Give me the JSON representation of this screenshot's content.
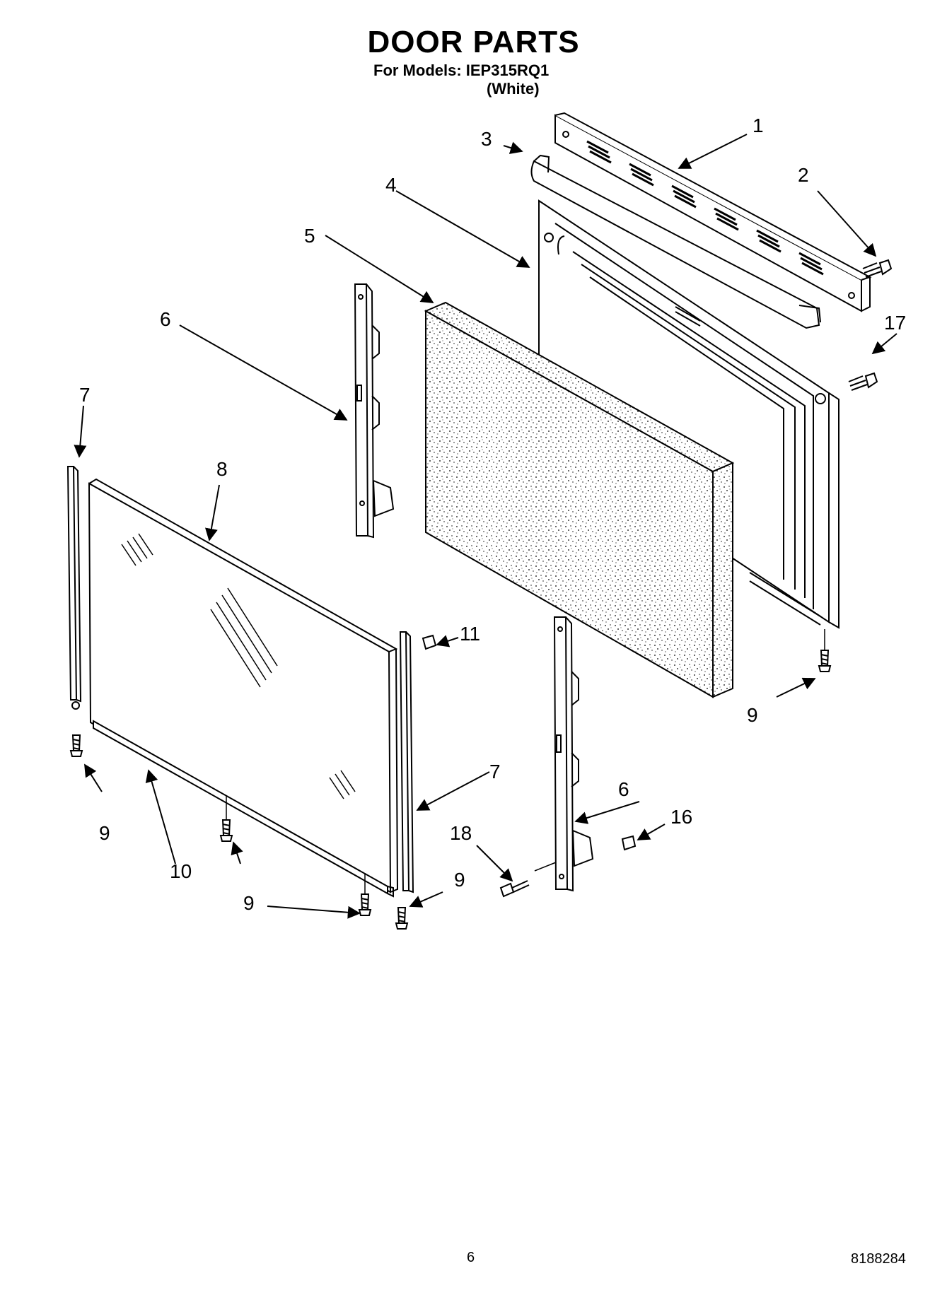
{
  "header": {
    "title": "DOOR PARTS",
    "models_line": "For Models: IEP315RQ1",
    "variant": "(White)"
  },
  "callouts": [
    "1",
    "2",
    "3",
    "4",
    "5",
    "6",
    "7",
    "8",
    "9",
    "10",
    "11",
    "16",
    "17",
    "18"
  ],
  "labels": {
    "l1": "1",
    "l2": "2",
    "l3": "3",
    "l4": "4",
    "l5": "5",
    "l6a": "6",
    "l6b": "6",
    "l7a": "7",
    "l7b": "7",
    "l8": "8",
    "l9a": "9",
    "l9b": "9",
    "l9c": "9",
    "l9d": "9",
    "l10": "10",
    "l11": "11",
    "l16": "16",
    "l17": "17",
    "l18": "18"
  },
  "footer": {
    "page_number": "6",
    "document_number": "8188284"
  }
}
